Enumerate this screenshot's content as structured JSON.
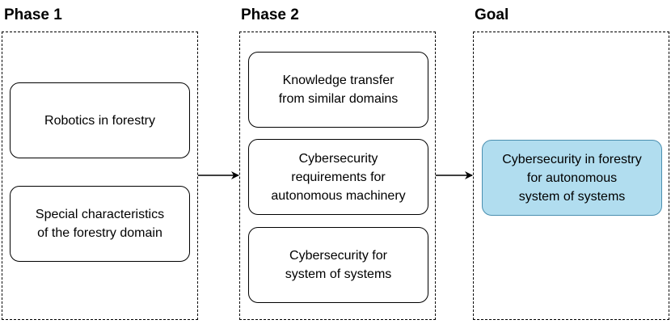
{
  "phases": [
    {
      "title": "Phase 1",
      "nodes": [
        "Robotics in forestry",
        "Special characteristics\nof the forestry domain"
      ]
    },
    {
      "title": "Phase 2",
      "nodes": [
        "Knowledge transfer\nfrom similar domains",
        "Cybersecurity\nrequirements for\nautonomous machinery",
        "Cybersecurity for\nsystem of systems"
      ]
    },
    {
      "title": "Goal",
      "nodes": [
        "Cybersecurity in forestry\nfor autonomous\nsystem of systems"
      ]
    }
  ],
  "colors": {
    "goal_fill": "#b1ddef",
    "goal_border": "#4a8fb0",
    "lines": "#000000"
  }
}
